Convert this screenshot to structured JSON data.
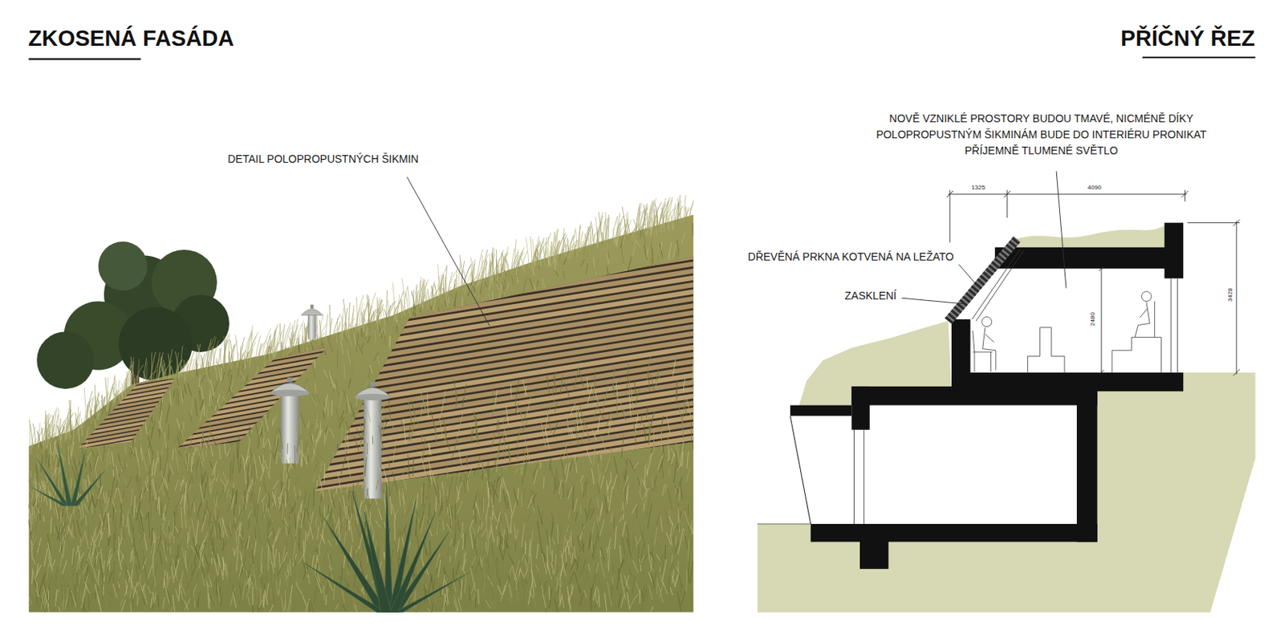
{
  "diagram": {
    "labels": [
      "ZKOSENÁ FASÁDA",
      "PŘÍČNÝ ŘEZ",
      "DETAIL POLOPROPUSTNÝCH ŠIKMIN",
      "NOVĚ VZNIKLÉ PROSTORY BUDOU TMAVÉ, NICMÉNĚ DÍKY POLOPROPUSTNÝM ŠIKMINÁM BUDE DO INTERIÉRU PRONIKAT PŘÍJEMNĚ TLUMENÉ SVĚTLO",
      "1325",
      "4090",
      "DŘEVĚNÁ PRKNA KOTVENÁ NA LEŽATO",
      "ZASKLENÍ",
      "2480",
      "3428"
    ]
  }
}
